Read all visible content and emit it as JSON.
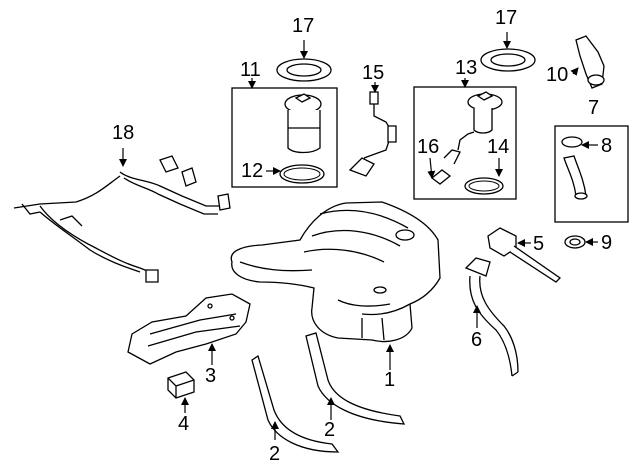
{
  "callouts": [
    {
      "id": "c1",
      "label": "1"
    },
    {
      "id": "c2a",
      "label": "2"
    },
    {
      "id": "c2b",
      "label": "2"
    },
    {
      "id": "c3",
      "label": "3"
    },
    {
      "id": "c4",
      "label": "4"
    },
    {
      "id": "c5",
      "label": "5"
    },
    {
      "id": "c6",
      "label": "6"
    },
    {
      "id": "c7",
      "label": "7"
    },
    {
      "id": "c8",
      "label": "8"
    },
    {
      "id": "c9",
      "label": "9"
    },
    {
      "id": "c10",
      "label": "10"
    },
    {
      "id": "c11",
      "label": "11"
    },
    {
      "id": "c12",
      "label": "12"
    },
    {
      "id": "c13",
      "label": "13"
    },
    {
      "id": "c14",
      "label": "14"
    },
    {
      "id": "c15",
      "label": "15"
    },
    {
      "id": "c16",
      "label": "16"
    },
    {
      "id": "c17a",
      "label": "17"
    },
    {
      "id": "c17b",
      "label": "17"
    },
    {
      "id": "c18",
      "label": "18"
    }
  ],
  "colors": {
    "line": "#000000",
    "fill": "#ffffff",
    "shade": "#e8e8e8"
  }
}
